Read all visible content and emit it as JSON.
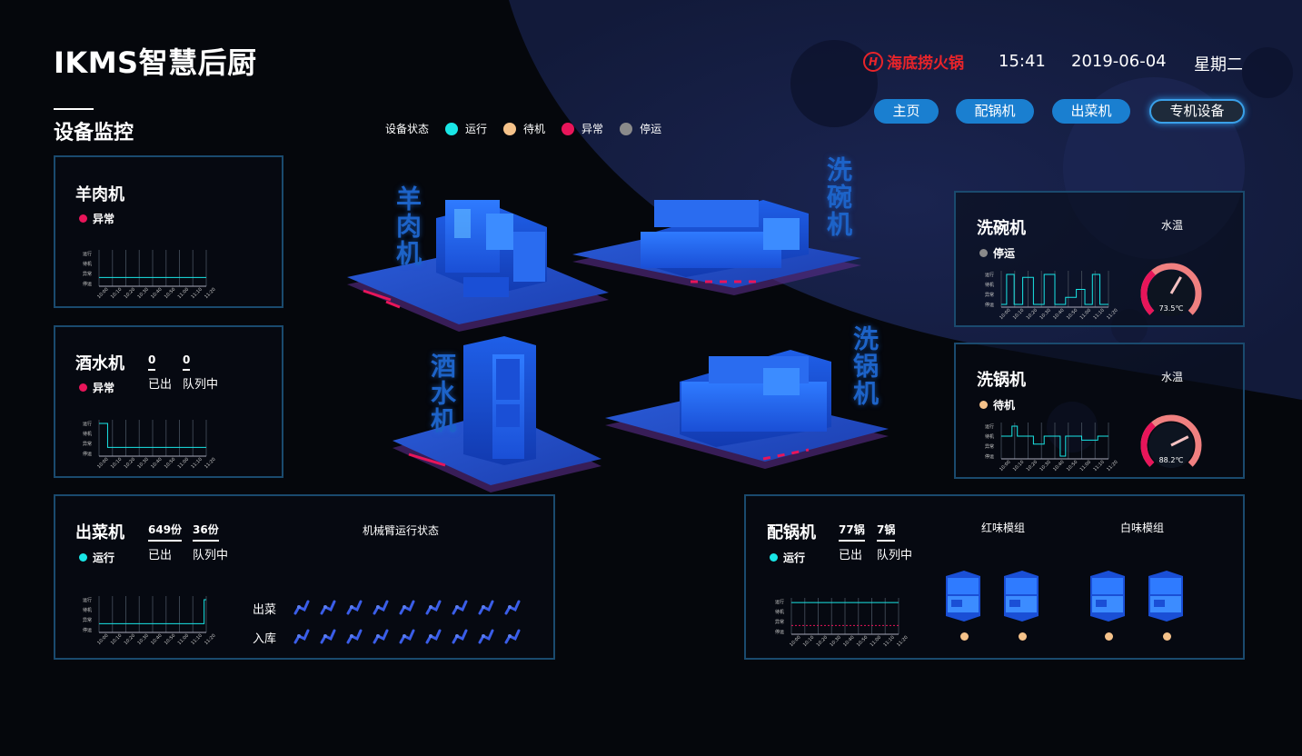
{
  "header": {
    "app_title": "IKMS智慧后厨",
    "brand": "海底捞火锅",
    "time": "15:41",
    "date": "2019-06-04",
    "weekday": "星期二"
  },
  "nav": [
    {
      "label": "主页",
      "active": false
    },
    {
      "label": "配锅机",
      "active": false
    },
    {
      "label": "出菜机",
      "active": false
    },
    {
      "label": "专机设备",
      "active": true
    }
  ],
  "section_title": "设备监控",
  "legend": {
    "title": "设备状态",
    "items": [
      {
        "label": "运行",
        "color": "#19e6e6"
      },
      {
        "label": "待机",
        "color": "#f5c28a"
      },
      {
        "label": "异常",
        "color": "#e8155a"
      },
      {
        "label": "停运",
        "color": "#8a8a8a"
      }
    ]
  },
  "chart_axis": {
    "y_labels": [
      "运行",
      "待机",
      "异常",
      "停运"
    ],
    "x_labels": [
      "10:00",
      "10:10",
      "10:20",
      "10:30",
      "10:40",
      "10:50",
      "11:00",
      "11:10",
      "11:20"
    ]
  },
  "panels": {
    "lamb": {
      "title": "羊肉机",
      "status": "异常",
      "status_color": "#e8155a"
    },
    "wine": {
      "title": "酒水机",
      "status": "异常",
      "status_color": "#e8155a",
      "out_num": "0",
      "out_label": "已出",
      "queue_num": "0",
      "queue_label": "队列中"
    },
    "dish": {
      "title": "出菜机",
      "status": "运行",
      "status_color": "#19e6e6",
      "out_num": "649份",
      "out_label": "已出",
      "queue_num": "36份",
      "queue_label": "队列中",
      "arm_title": "机械臂运行状态",
      "row1_label": "出菜",
      "row2_label": "入库"
    },
    "washbowl": {
      "title": "洗碗机",
      "status": "停运",
      "status_color": "#8a8a8a",
      "gauge_title": "水温",
      "gauge_value": "73.5℃"
    },
    "washpot": {
      "title": "洗锅机",
      "status": "待机",
      "status_color": "#f5c28a",
      "gauge_title": "水温",
      "gauge_value": "88.2℃"
    },
    "pot": {
      "title": "配锅机",
      "status": "运行",
      "status_color": "#19e6e6",
      "out_num": "77锅",
      "out_label": "已出",
      "queue_num": "7锅",
      "queue_label": "队列中",
      "red_title": "红味模组",
      "white_title": "白味模组"
    }
  },
  "machines": {
    "lamb": "羊肉机",
    "washbowl": "洗碗机",
    "wine": "酒水机",
    "washpot": "洗锅机"
  }
}
